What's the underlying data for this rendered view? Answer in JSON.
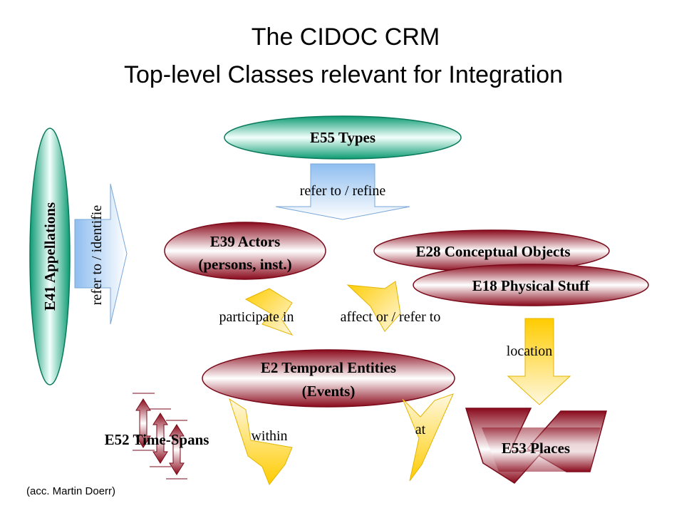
{
  "title": {
    "line1": "The CIDOC CRM",
    "line2": "Top-level Classes relevant for Integration"
  },
  "nodes": {
    "e55": "E55 Types",
    "e41": "E41 Appellations",
    "e39_line1": "E39 Actors",
    "e39_line2": "(persons, inst.)",
    "e28": "E28 Conceptual Objects",
    "e18": "E18 Physical Stuff",
    "e2_line1": "E2 Temporal Entities",
    "e2_line2": "(Events)",
    "e52": "E52 Time-Spans",
    "e53": "E53 Places"
  },
  "edges": {
    "refer_refine": "refer to / refine",
    "refer_identify": "refer to / identifie",
    "participate": "participate in",
    "affect": "affect or / refer to",
    "location": "location",
    "within": "within",
    "at": "at"
  },
  "credit": "(acc. Martin Doerr)",
  "colors": {
    "teal": "#19b98a",
    "crimson": "#9b0d22",
    "blue_arrow": "#9fc8f0",
    "yellow_arrow": "#ffd21a"
  }
}
